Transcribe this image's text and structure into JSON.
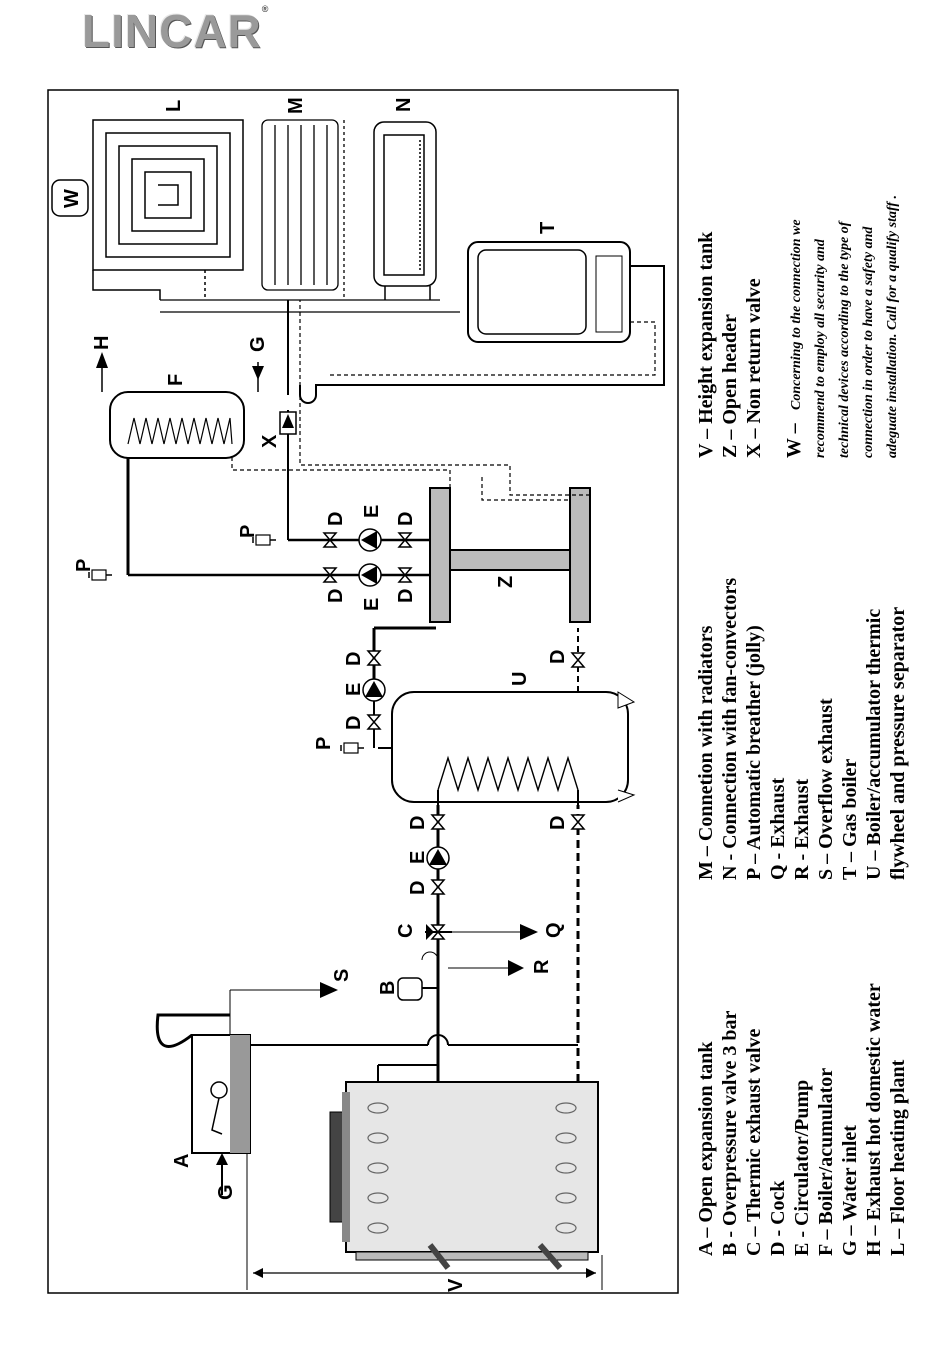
{
  "brand": {
    "logo_text": "LINCAR",
    "registered_mark": "®"
  },
  "diagram": {
    "component_letters": {
      "A": "A",
      "B": "B",
      "C": "C",
      "D": "D",
      "E": "E",
      "F": "F",
      "G": "G",
      "H": "H",
      "L": "L",
      "M": "M",
      "N": "N",
      "P": "P",
      "Q": "Q",
      "R": "R",
      "S": "S",
      "T": "T",
      "U": "U",
      "V": "V",
      "W": "W",
      "X": "X",
      "Z": "Z"
    }
  },
  "legend": {
    "column1": [
      "A – Open expansion tank",
      "B -  Overpressure  valve 3 bar",
      "C – Thermic exhaust valve",
      "D - Cock",
      "E - Circulator/Pump",
      "F – Boiler/acumulator",
      "G – Water inlet",
      "H – Exhaust hot domestic water",
      "L – Floor heating plant"
    ],
    "column2": [
      "M – Connetion with radiators",
      "N -  Connection with fan-convectors",
      "P – Automatic breather (jolly)",
      "Q - Exhaust",
      "R - Exhaust",
      "S – Overflow exhaust",
      "T – Gas boiler",
      "U – Boiler/accumulator  thermic",
      "flywheel and pressure separator"
    ],
    "column3": [
      "V – Height expansion tank",
      "Z – Open header",
      "X – Non return valve"
    ],
    "note": {
      "prefix": "W – ",
      "lines": [
        "Concerning to the connection we",
        "recommend to employ all security and",
        "technical devices according to the type of",
        "connection in order to have a safety and",
        "adeguate installation. Call for a qualify staff ."
      ]
    }
  }
}
